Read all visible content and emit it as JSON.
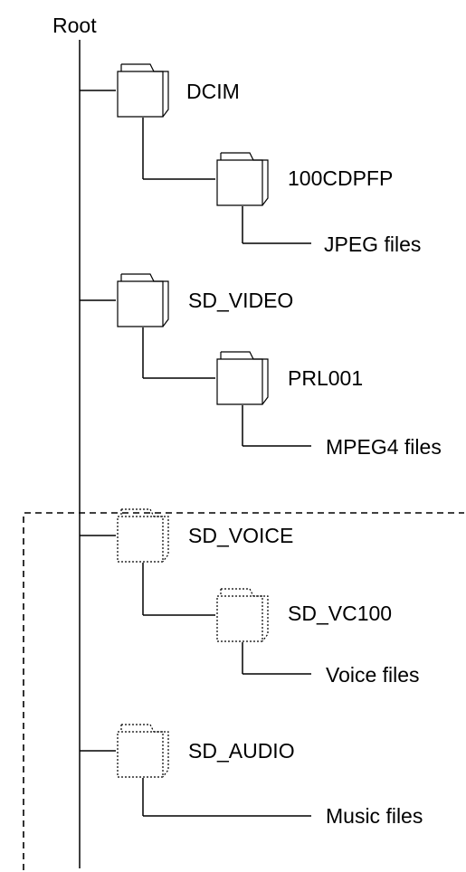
{
  "root": {
    "label": "Root"
  },
  "folders": {
    "dcim": {
      "label": "DCIM"
    },
    "dcim_sub": {
      "label": "100CDPFP"
    },
    "sd_video": {
      "label": "SD_VIDEO"
    },
    "sd_video_sub": {
      "label": "PRL001"
    },
    "sd_voice": {
      "label": "SD_VOICE"
    },
    "sd_voice_sub": {
      "label": "SD_VC100"
    },
    "sd_audio": {
      "label": "SD_AUDIO"
    }
  },
  "files": {
    "jpeg": {
      "label": "JPEG files"
    },
    "mpeg4": {
      "label": "MPEG4 files"
    },
    "voice": {
      "label": "Voice files"
    },
    "music": {
      "label": "Music files"
    }
  },
  "style": {
    "line_color": "#000000",
    "background": "#ffffff",
    "dashed_region": "SD_VOICE and SD_AUDIO folders enclosed by dashed border",
    "folder_icon": "folder-icon",
    "folder_icon_dashed": "dashed-folder-icon"
  }
}
